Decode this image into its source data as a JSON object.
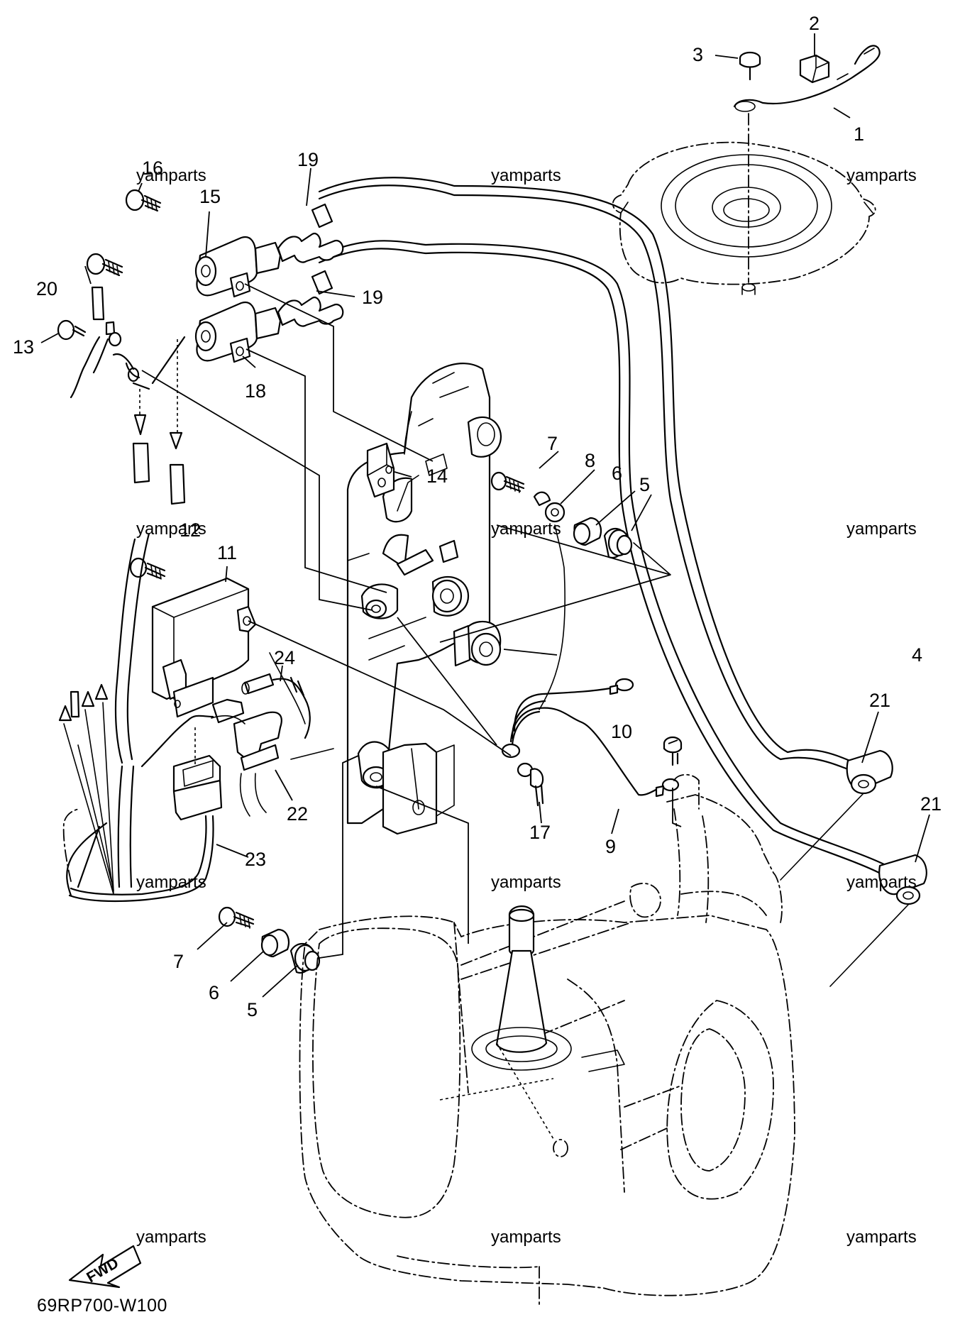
{
  "diagram": {
    "code": "69RP700-W100",
    "fwd_label": "FWD",
    "watermark": "yamparts",
    "callouts": [
      "1",
      "2",
      "3",
      "4",
      "5",
      "5",
      "6",
      "6",
      "7",
      "7",
      "8",
      "9",
      "10",
      "11",
      "12",
      "13",
      "14",
      "15",
      "16",
      "17",
      "18",
      "19",
      "19",
      "20",
      "21",
      "21",
      "22",
      "23",
      "24"
    ]
  }
}
